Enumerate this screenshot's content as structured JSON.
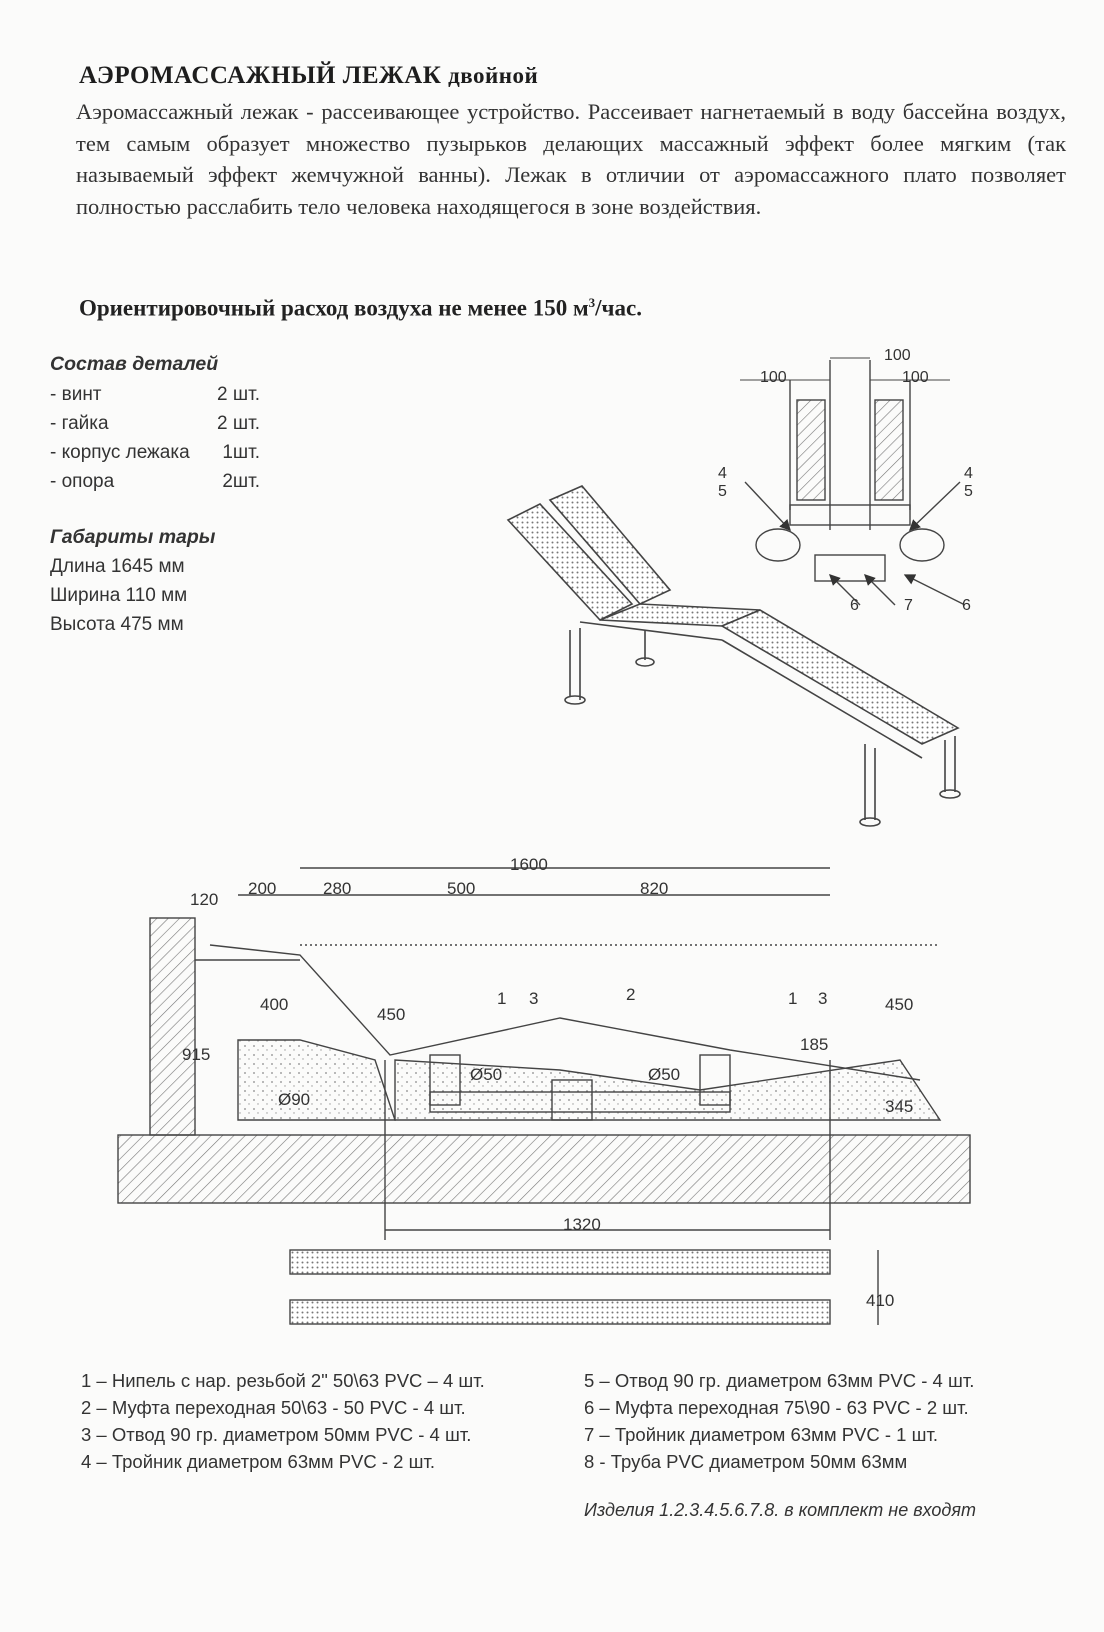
{
  "header": {
    "title_main": "АЭРОМАССАЖНЫЙ ЛЕЖАК",
    "title_suffix": "двойной"
  },
  "intro": {
    "text": "Аэромассажный лежак - рассеивающее устройство. Рассеивает нагнетаемый в воду бассейна воздух, тем самым образует множество пузырьков делающих массажный эффект более мягким (так называемый эффект жемчужной ванны). Лежак в отличии от аэромассажного плато позволяет полностью расслабить тело человека находящегося в зоне воздействия."
  },
  "airflow": {
    "text": "Ориентировочный расход воздуха не менее 150 м",
    "sup": "3",
    "suffix": "/час."
  },
  "parts": {
    "heading": "Состав деталей",
    "items": [
      {
        "name": "- винт",
        "qty": "2 шт."
      },
      {
        "name": "- гайка",
        "qty": "2 шт."
      },
      {
        "name": "- корпус лежака",
        "qty": "1шт."
      },
      {
        "name": "- опора",
        "qty": "2шт."
      }
    ]
  },
  "packaging": {
    "heading": "Габариты тары",
    "items": [
      "Длина  1645 мм",
      "Ширина  110 мм",
      "Высота  475 мм"
    ]
  },
  "drawing_top": {
    "dims": [
      "100",
      "100",
      "100"
    ],
    "callouts": [
      "4",
      "5",
      "4",
      "5",
      "6",
      "7",
      "6"
    ]
  },
  "drawing_section": {
    "dims": [
      "1600",
      "200",
      "280",
      "500",
      "820",
      "120",
      "400",
      "450",
      "915",
      "450",
      "185",
      "345",
      "1320",
      "410"
    ],
    "callouts": [
      "1",
      "3",
      "2",
      "1",
      "3"
    ],
    "pipe_labels": [
      "Ø90",
      "Ø50",
      "Ø50"
    ]
  },
  "legend": {
    "left": [
      "1 – Нипель с нар. резьбой 2\" 50\\63 PVC – 4 шт.",
      "2 – Муфта переходная 50\\63 - 50 PVC    - 4 шт.",
      "3 – Отвод 90 гр. диаметром 50мм PVC   - 4 шт.",
      "4 – Тройник диаметром 63мм PVC           - 2 шт."
    ],
    "right": [
      "5 – Отвод 90 гр. диаметром 63мм PVC - 4 шт.",
      "6 – Муфта переходная 75\\90 - 63 PVC   - 2 шт.",
      "7 – Тройник диаметром 63мм PVC          - 1 шт.",
      "8 -  Труба PVC диаметром 50мм 63мм"
    ]
  },
  "note": "Изделия 1.2.3.4.5.6.7.8.  в комплект не входят"
}
